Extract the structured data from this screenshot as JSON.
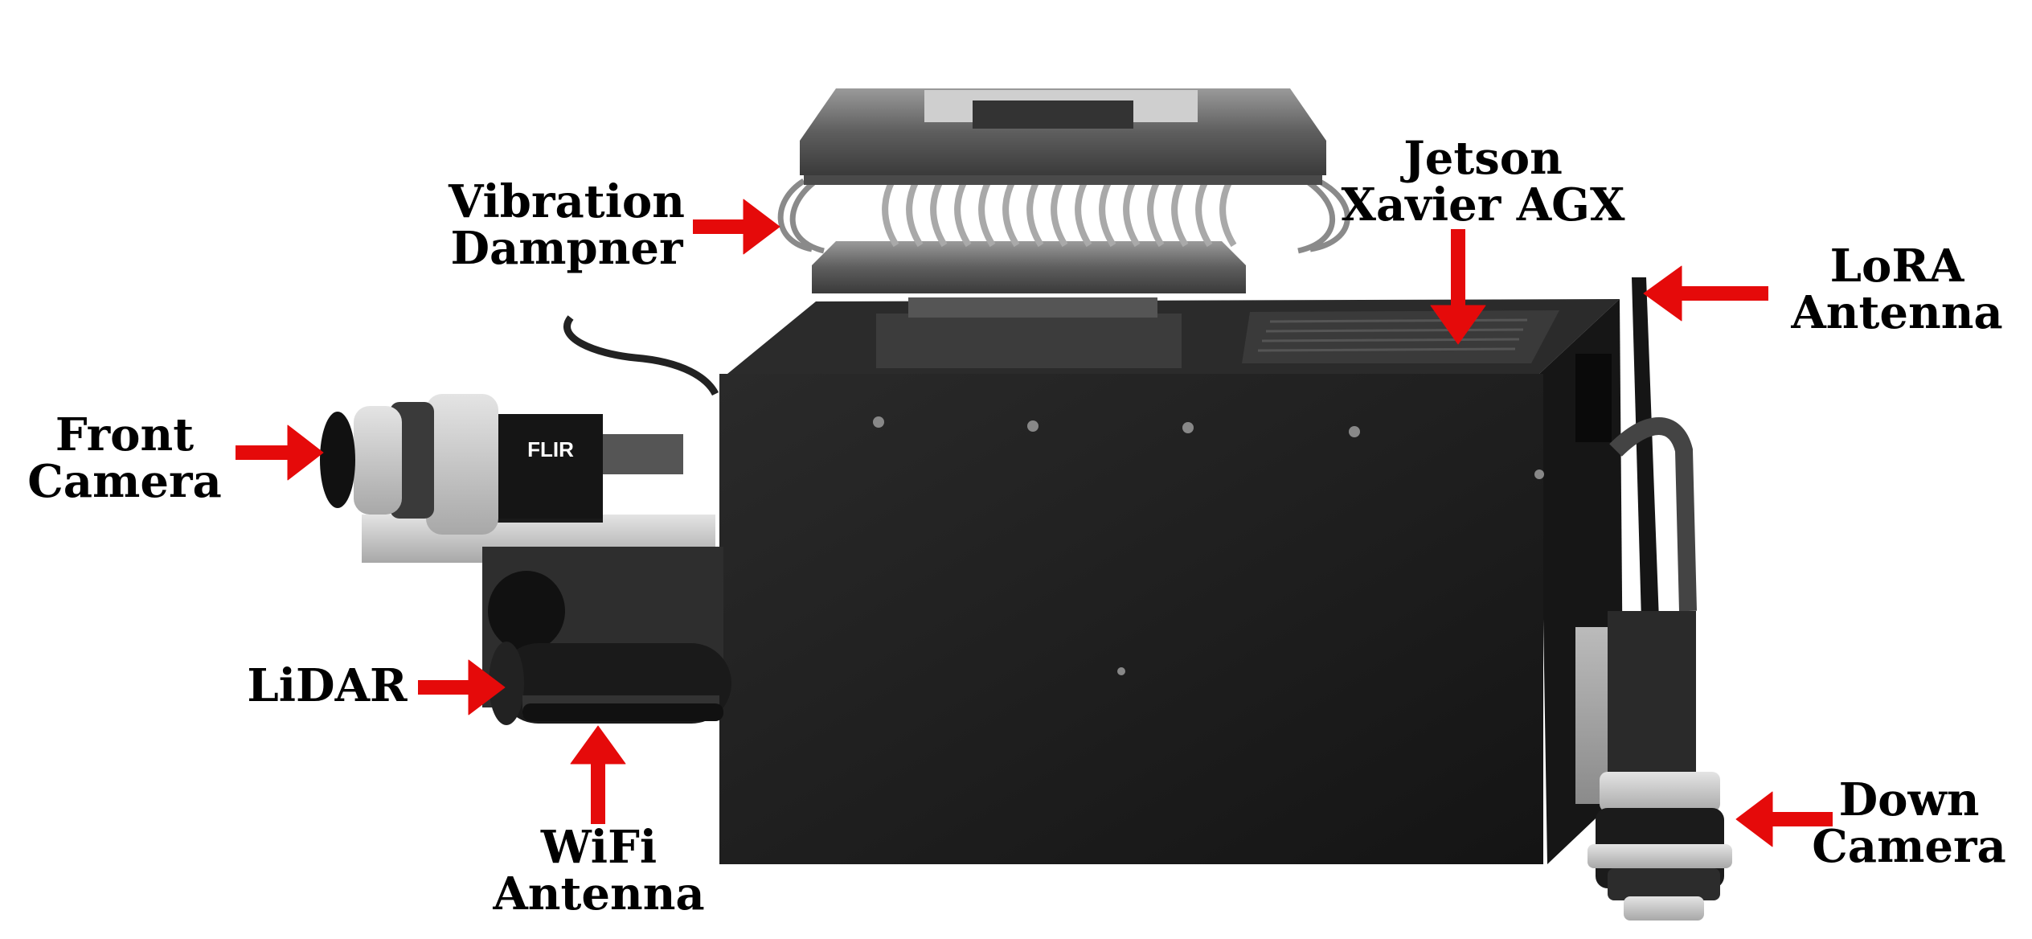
{
  "colors": {
    "arrow": "#e50a0a",
    "background": "#ffffff",
    "hardware": "#1c1c1c"
  },
  "labels": {
    "vibration_dampner": {
      "line1": "Vibration",
      "line2": "Dampner"
    },
    "jetson": {
      "line1": "Jetson",
      "line2": "Xavier AGX"
    },
    "lora": {
      "line1": "LoRA",
      "line2": "Antenna"
    },
    "front_camera": {
      "line1": "Front",
      "line2": "Camera"
    },
    "lidar": {
      "line1": "LiDAR"
    },
    "wifi": {
      "line1": "WiFi",
      "line2": "Antenna"
    },
    "down_camera": {
      "line1": "Down",
      "line2": "Camera"
    }
  },
  "camera_brand": "FLIR"
}
